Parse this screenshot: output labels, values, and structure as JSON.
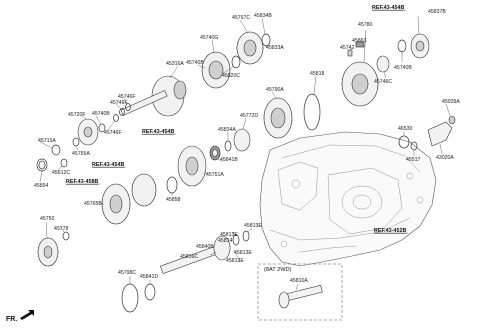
{
  "parts": [
    {
      "key": "p45767C",
      "text": "45767C"
    },
    {
      "key": "p45834B",
      "text": "45834B"
    },
    {
      "key": "p45833A",
      "text": "45833A"
    },
    {
      "key": "p45740G",
      "text": "45740G"
    },
    {
      "key": "p45740B_a",
      "text": "45740B"
    },
    {
      "key": "p45820C",
      "text": "45820C"
    },
    {
      "key": "p45316A",
      "text": "45316A"
    },
    {
      "key": "p45818",
      "text": "45818"
    },
    {
      "key": "p45790A",
      "text": "45790A"
    },
    {
      "key": "p45746F_a",
      "text": "45746F"
    },
    {
      "key": "p45746F_b",
      "text": "45746F"
    },
    {
      "key": "p45746F_c",
      "text": "45746F"
    },
    {
      "key": "p45720F",
      "text": "45720F"
    },
    {
      "key": "p45740B_b",
      "text": "45740B"
    },
    {
      "key": "p45755A",
      "text": "45755A"
    },
    {
      "key": "p45715A",
      "text": "45715A"
    },
    {
      "key": "p45612C",
      "text": "45612C"
    },
    {
      "key": "p45854",
      "text": "45854"
    },
    {
      "key": "p45772D",
      "text": "45772D"
    },
    {
      "key": "p45834A",
      "text": "45834A"
    },
    {
      "key": "p45841B",
      "text": "45841B"
    },
    {
      "key": "p45751A",
      "text": "45751A"
    },
    {
      "key": "p45858",
      "text": "45858"
    },
    {
      "key": "p45765B",
      "text": "45765B"
    },
    {
      "key": "p45750",
      "text": "45750"
    },
    {
      "key": "p45778",
      "text": "45778"
    },
    {
      "key": "p45780",
      "text": "45780"
    },
    {
      "key": "p45863",
      "text": "45863"
    },
    {
      "key": "p45742",
      "text": "45742"
    },
    {
      "key": "p45746C",
      "text": "45746C"
    },
    {
      "key": "p45837B",
      "text": "45837B"
    },
    {
      "key": "p45740B_c",
      "text": "45740B"
    },
    {
      "key": "p45939A",
      "text": "45939A"
    },
    {
      "key": "p46530",
      "text": "46530"
    },
    {
      "key": "p45517",
      "text": "45517"
    },
    {
      "key": "p43020A",
      "text": "43020A"
    },
    {
      "key": "p45813E_a",
      "text": "45813E"
    },
    {
      "key": "p45813E_b",
      "text": "45813E"
    },
    {
      "key": "p45814",
      "text": "45814"
    },
    {
      "key": "p45813E_c",
      "text": "45813E"
    },
    {
      "key": "p45840B",
      "text": "45840B"
    },
    {
      "key": "p45813E_d",
      "text": "45813E"
    },
    {
      "key": "p45816C",
      "text": "45816C"
    },
    {
      "key": "p45798C",
      "text": "45798C"
    },
    {
      "key": "p45841D",
      "text": "45841D"
    },
    {
      "key": "p45810A",
      "text": "45810A"
    }
  ],
  "refs": {
    "ref_4546B_top": "REF.43-454B",
    "ref_4546B_mid": "REF.43-454B",
    "ref_4546B_left": "REF.43-454B",
    "ref_4558B": "REF.43-458B",
    "ref_452B": "REF.43-452B"
  },
  "sub_assembly_title": "(8AT 2WD)",
  "direction_label": "FR."
}
